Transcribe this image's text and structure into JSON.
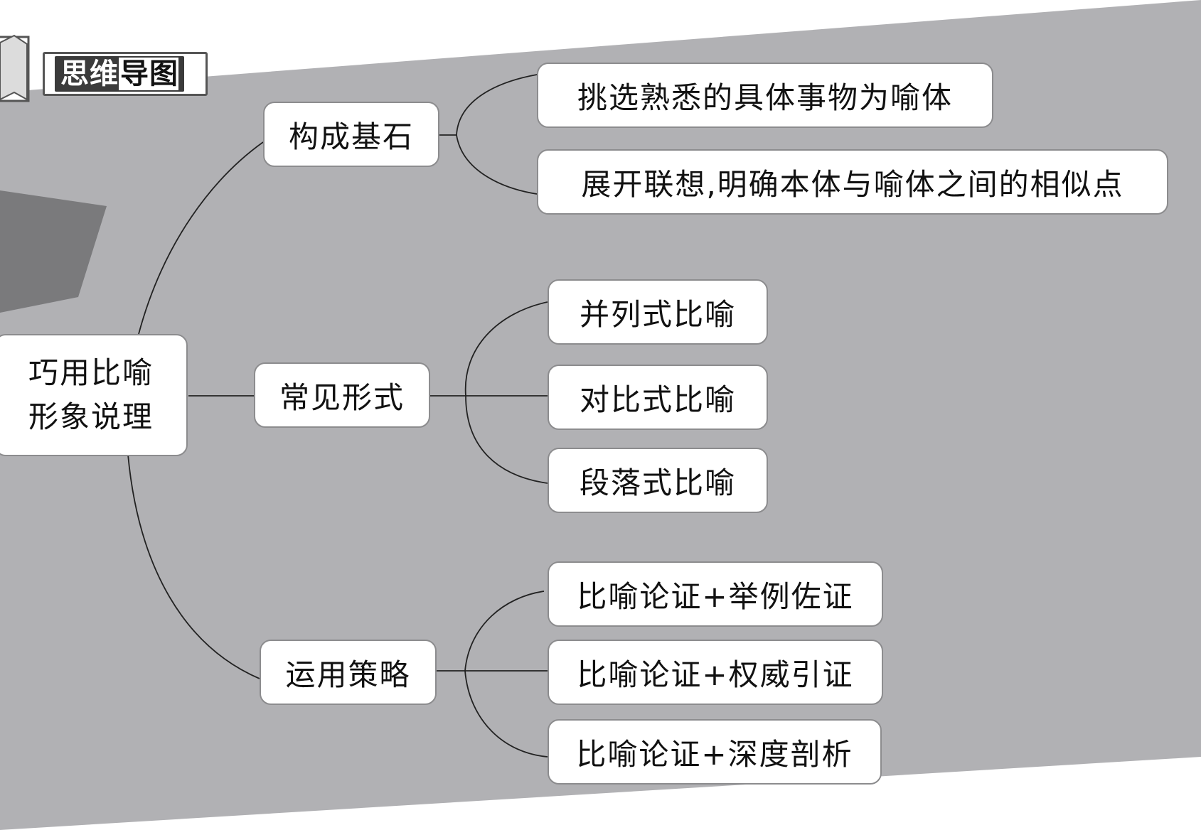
{
  "badge": {
    "label_inverse": "思维",
    "label_plain": "导图"
  },
  "root": {
    "line1": "巧用比喻",
    "line2": "形象说理"
  },
  "branches": [
    {
      "label": "构成基石",
      "children": [
        "挑选熟悉的具体事物为喻体",
        "展开联想,明确本体与喻体之间的相似点"
      ]
    },
    {
      "label": "常见形式",
      "children": [
        "并列式比喻",
        "对比式比喻",
        "段落式比喻"
      ]
    },
    {
      "label": "运用策略",
      "children": [
        "比喻论证+举例佐证",
        "比喻论证+权威引证",
        "比喻论证+深度剖析"
      ]
    }
  ],
  "colors": {
    "band": "#b1b1b4",
    "dark_shape": "#7a7a7c",
    "border": "#8c8c8e",
    "line": "#222222"
  }
}
